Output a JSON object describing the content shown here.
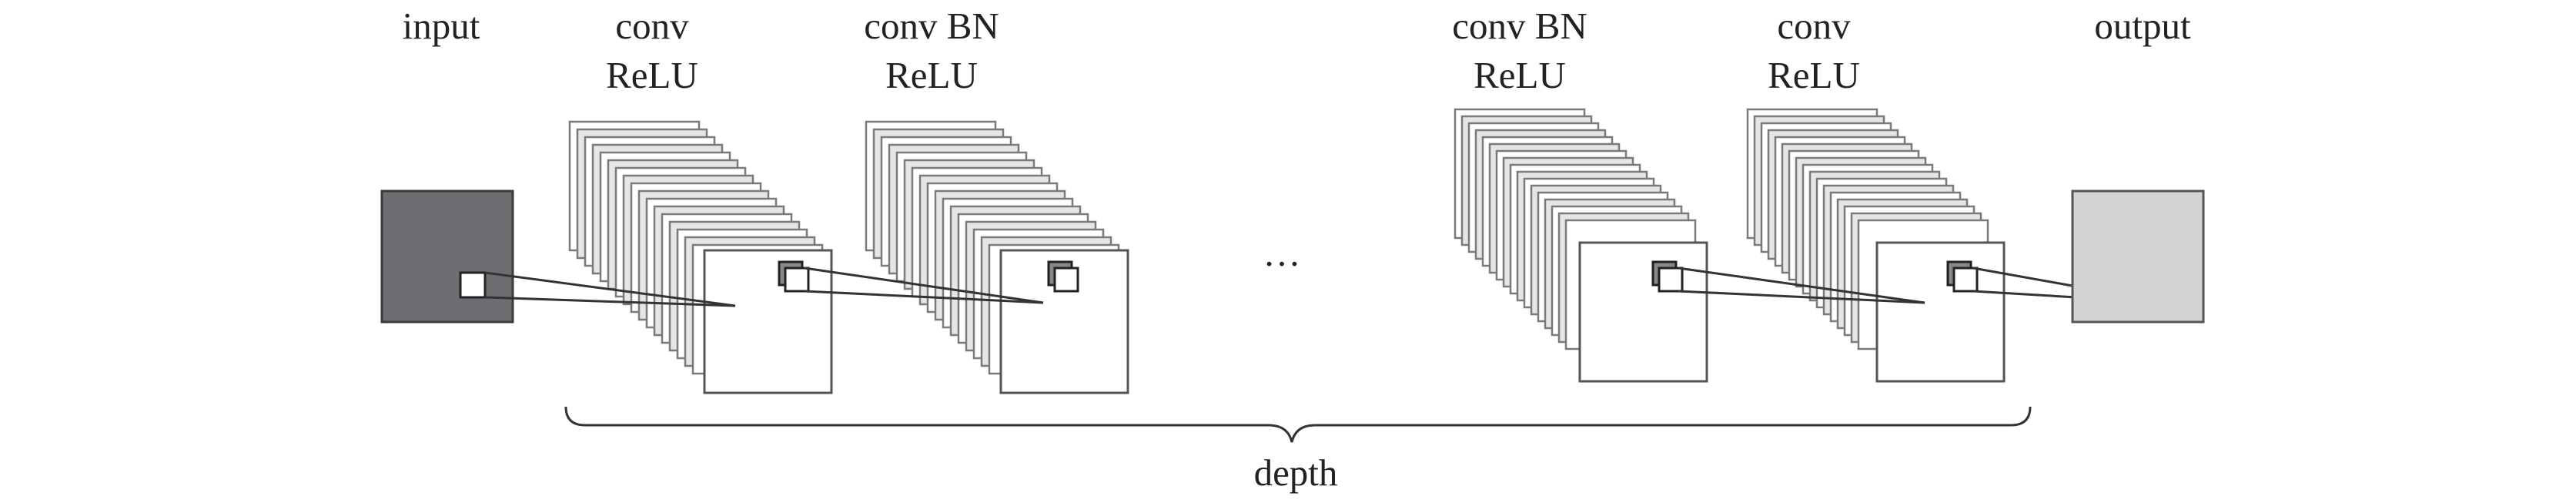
{
  "labels": {
    "input": "input",
    "block1_line1": "conv",
    "block1_line2": "ReLU",
    "block2_line1": "conv BN",
    "block2_line2": "ReLU",
    "block3_line1": "conv BN",
    "block3_line2": "ReLU",
    "block4_line1": "conv",
    "block4_line2": "ReLU",
    "output": "output",
    "ellipsis": "…",
    "depth": "depth"
  },
  "colors": {
    "input_fill": "#6e6e72",
    "output_fill": "#d4d4d6",
    "layer_fill": "#ffffff",
    "layer_stroke": "#555555",
    "stack_hatch": "#7a7a7a"
  }
}
